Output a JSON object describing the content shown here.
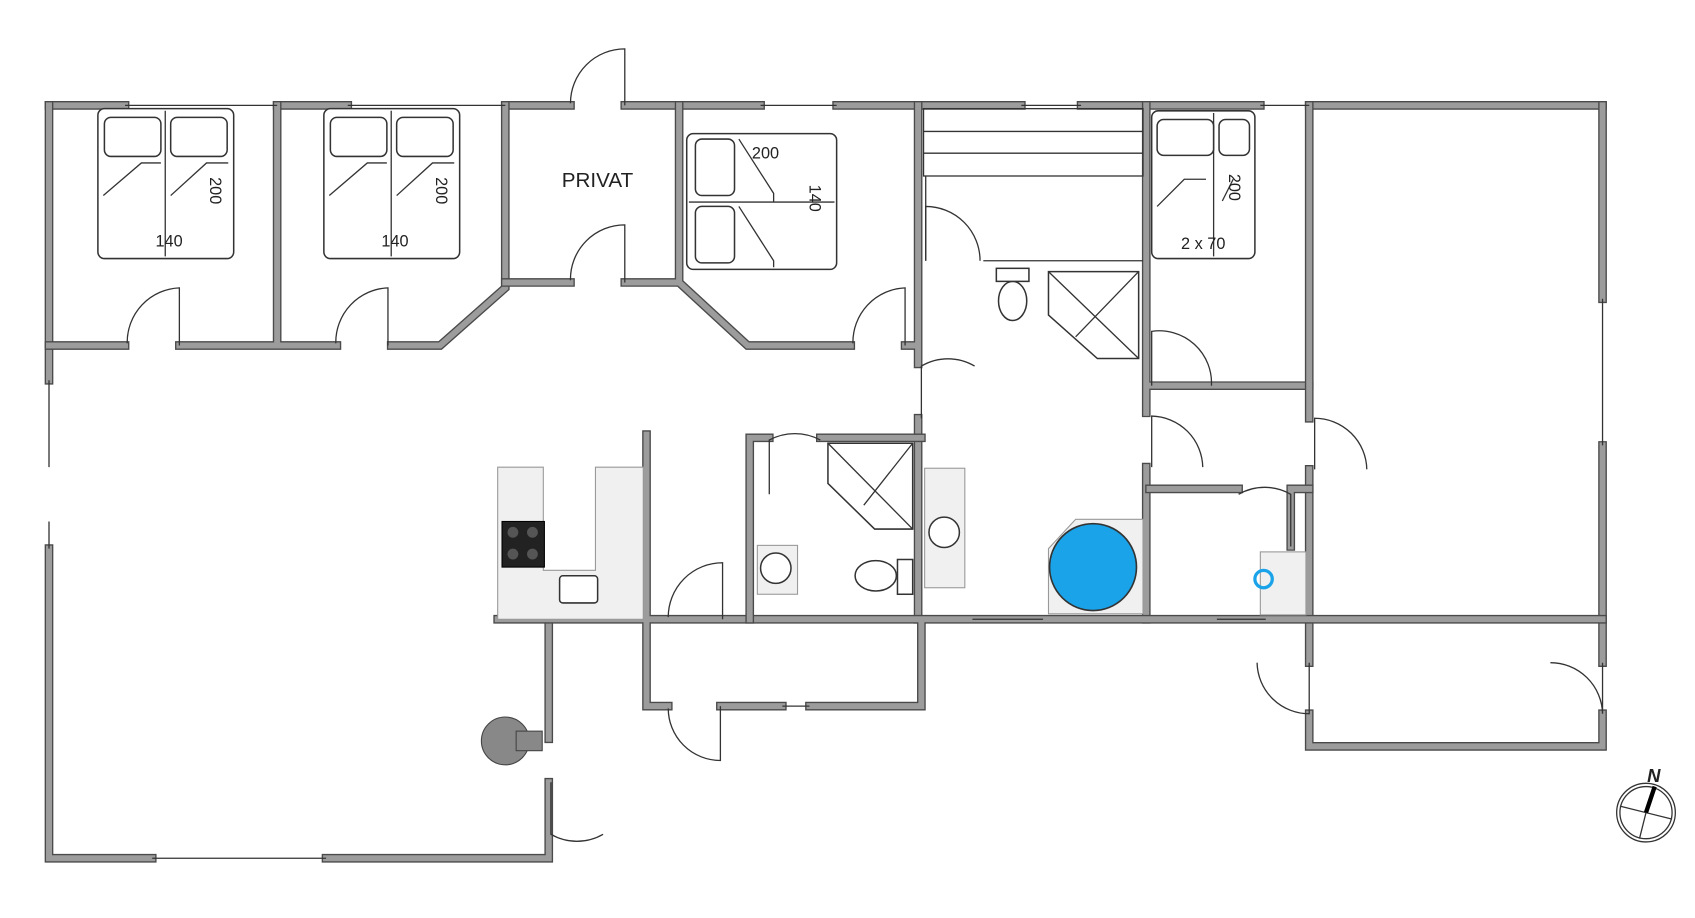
{
  "rooms": {
    "privat_label": "PRIVAT"
  },
  "beds": [
    {
      "width": "140",
      "length": "200"
    },
    {
      "width": "140",
      "length": "200"
    },
    {
      "width": "140",
      "length": "200"
    },
    {
      "width": "2 x 70",
      "length": "200"
    }
  ],
  "compass": {
    "north_label": "N"
  },
  "colors": {
    "wall": "#9c9c9c",
    "bathtub": "#1aa3e8",
    "stove": "#222222"
  }
}
